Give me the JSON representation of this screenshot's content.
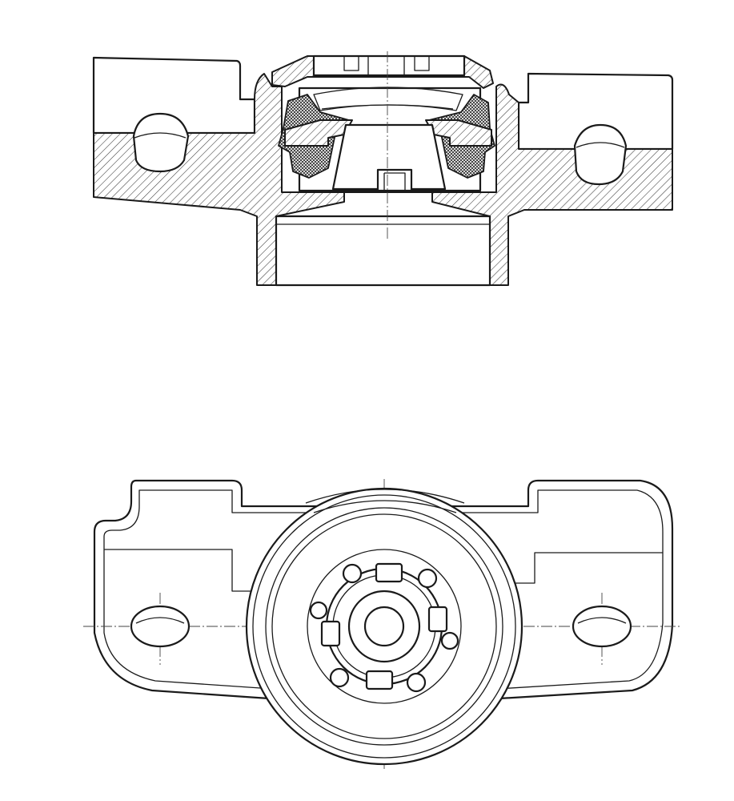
{
  "drawing": {
    "colors": {
      "line": "#1a1a1a",
      "background": "#ffffff",
      "hatch": "#3a3a3a"
    },
    "views": [
      {
        "id": "section-view",
        "kind": "cross-section"
      },
      {
        "id": "plan-view",
        "kind": "top-view"
      }
    ]
  }
}
